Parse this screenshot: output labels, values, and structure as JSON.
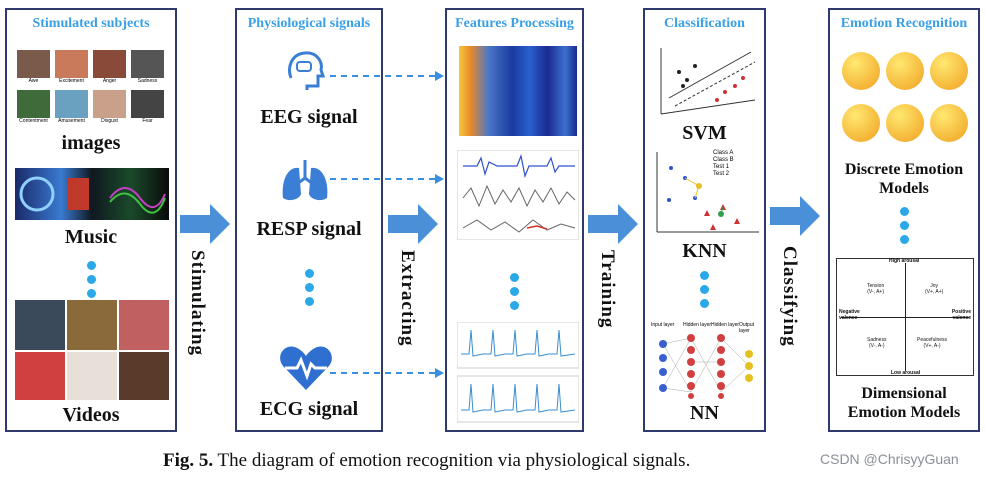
{
  "panels": {
    "subjects": {
      "title": "Stimulated subjects",
      "images_label": "images",
      "music_label": "Music",
      "videos_label": "Videos",
      "thumb_labels": [
        "Awe",
        "Excitement",
        "Anger",
        "Sadness",
        "Contentment",
        "Amusement",
        "Disgust",
        "Fear"
      ]
    },
    "signals": {
      "title": "Physiological signals",
      "eeg": "EEG signal",
      "resp": "RESP signal",
      "ecg": "ECG signal"
    },
    "features": {
      "title": "Features Processing"
    },
    "classification": {
      "title": "Classification",
      "svm": "SVM",
      "knn": "KNN",
      "nn": "NN",
      "knn_legend": [
        "Class A",
        "Class B",
        "Test 1",
        "Test 2"
      ],
      "nn_layers": [
        "Input layer",
        "Hidden layer",
        "Hidden layer",
        "Output layer"
      ]
    },
    "emotion": {
      "title": "Emotion Recognition",
      "discrete": "Discrete Emotion Models",
      "dimensional": "Dimensional Emotion Models",
      "quad": {
        "top": "High arousal",
        "bottom": "Low arousal",
        "left": "Negative valence",
        "right": "Positive valence",
        "tension": "Tension",
        "tension_v": "(V-, A+)",
        "joy": "Joy",
        "joy_v": "(V+, A+)",
        "sadness": "Sadness",
        "sadness_v": "(V-, A-)",
        "peace": "Peacefulness",
        "peace_v": "(V+, A-)"
      }
    }
  },
  "steps": {
    "stimulating": "Stimulating",
    "extracting": "Extracting",
    "training": "Training",
    "classifying": "Classifying"
  },
  "caption": {
    "fig": "Fig. 5.",
    "text": " The diagram of emotion recognition via physiological signals."
  },
  "watermark": "CSDN @ChrisyyGuan",
  "colors": {
    "accent": "#3aa0e6",
    "border": "#2d3a6b",
    "arrow": "#4a90d9",
    "dot": "#2aa8e8"
  }
}
